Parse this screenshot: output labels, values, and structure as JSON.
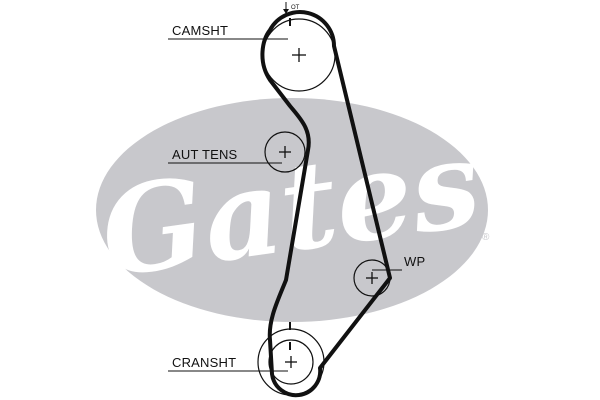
{
  "diagram": {
    "labels": {
      "camshaft": "CAMSHT",
      "tensioner": "AUT TENS",
      "water_pump": "WP",
      "crankshaft": "CRANSHT"
    },
    "timing_mark": "OT"
  },
  "watermark": {
    "brand": "Gates",
    "registered_mark": "®",
    "color": "#c8c8cc"
  },
  "colors": {
    "belt": "#111111",
    "pulley_outline": "#111111"
  }
}
